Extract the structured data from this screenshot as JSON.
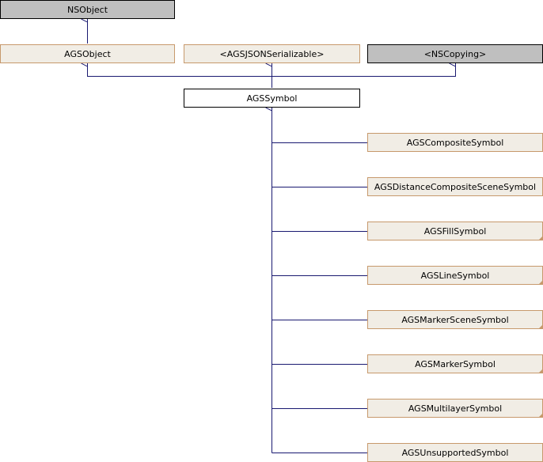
{
  "colors": {
    "edge": "#191970",
    "external_fill": "#bfbfbf",
    "external_stroke": "#000000",
    "related_fill": "#f1ede5",
    "related_stroke": "#c7996c",
    "focus_fill": "#ffffff",
    "focus_stroke": "#000000",
    "text": "#000000"
  },
  "nodes": {
    "nsobject": {
      "label": "NSObject"
    },
    "agsobject": {
      "label": "AGSObject"
    },
    "json_serializable": {
      "label": "<AGSJSONSerializable>"
    },
    "nscopying": {
      "label": "<NSCopying>"
    },
    "agssymbol": {
      "label": "AGSSymbol"
    },
    "subclasses": [
      {
        "label": "AGSCompositeSymbol",
        "has_children": false
      },
      {
        "label": "AGSDistanceCompositeSceneSymbol",
        "has_children": false
      },
      {
        "label": "AGSFillSymbol",
        "has_children": true
      },
      {
        "label": "AGSLineSymbol",
        "has_children": true
      },
      {
        "label": "AGSMarkerSceneSymbol",
        "has_children": true
      },
      {
        "label": "AGSMarkerSymbol",
        "has_children": true
      },
      {
        "label": "AGSMultilayerSymbol",
        "has_children": true
      },
      {
        "label": "AGSUnsupportedSymbol",
        "has_children": false
      }
    ]
  }
}
